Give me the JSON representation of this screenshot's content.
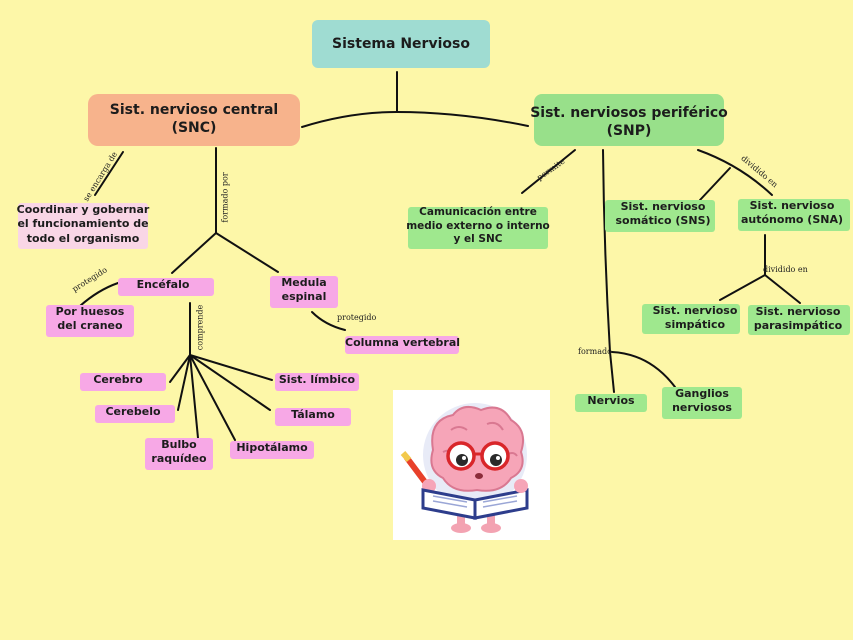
{
  "title": "Sistema Nervioso",
  "snc": {
    "title": "Sist. nervioso central\n(SNC)",
    "link_se_encarga": "se encarga de",
    "function": "Coordinar y gobernar\nel funcionamiento de\ntodo el organismo",
    "link_formado_por": "formado por",
    "encefalo": "Encéfalo",
    "medula": "Medula\nespinal",
    "link_protegido_encefalo": "protegido",
    "por_huesos": "Por huesos\ndel craneo",
    "link_protegido_medula": "protegido",
    "columna": "Columna vertebral",
    "link_comprende": "comprende",
    "cerebro": "Cerebro",
    "cerebelo": "Cerebelo",
    "bulbo": "Bulbo\nraquídeo",
    "hipotalamo": "Hipotálamo",
    "talamo": "Tálamo",
    "limbico": "Sist. límbico"
  },
  "snp": {
    "title": "Sist. nerviosos periférico\n(SNP)",
    "link_permite": "permite",
    "comunicacion": "Camunicación entre\nmedio externo o interno\ny el SNC",
    "link_dividido": "dividido en",
    "somatico": "Sist. nervioso\nsomático (SNS)",
    "autonomo": "Sist. nervioso\nautónomo (SNA)",
    "link_dividido_2": "dividido en",
    "simpatico": "Sist. nervioso\nsimpático",
    "parasimpatico": "Sist. nervioso\nparasimpático",
    "link_formado": "formado",
    "nervios": "Nervios",
    "ganglios": "Ganglios\nnerviosos"
  },
  "colors": {
    "background": "#fdf7a8",
    "title_highlight": "#9fdcd2",
    "snc_highlight": "#f7b38c",
    "snp_highlight": "#98e08a",
    "pink_highlight": "#f7a8e6",
    "green_highlight": "#9fe88e",
    "light_pink": "#f9d6e6"
  },
  "illustration": "brain-reading-book-icon"
}
